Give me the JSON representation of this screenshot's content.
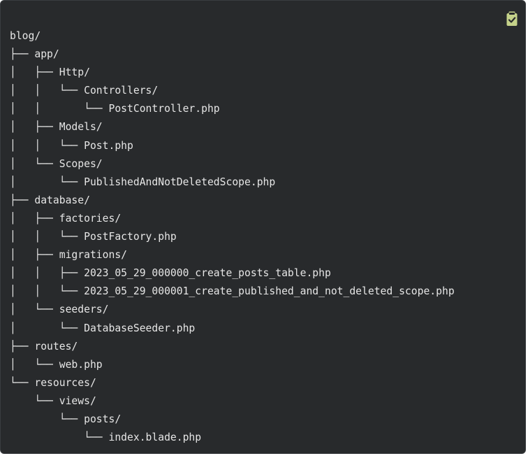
{
  "code_block": {
    "tree_lines": [
      "blog/",
      "├── app/",
      "│   ├── Http/",
      "│   │   └── Controllers/",
      "│   │       └── PostController.php",
      "│   ├── Models/",
      "│   │   └── Post.php",
      "│   └── Scopes/",
      "│       └── PublishedAndNotDeletedScope.php",
      "├── database/",
      "│   ├── factories/",
      "│   │   └── PostFactory.php",
      "│   ├── migrations/",
      "│   │   ├── 2023_05_29_000000_create_posts_table.php",
      "│   │   └── 2023_05_29_000001_create_published_and_not_deleted_scope.php",
      "│   └── seeders/",
      "│       └── DatabaseSeeder.php",
      "├── routes/",
      "│   └── web.php",
      "└── resources/",
      "    └── views/",
      "        └── posts/",
      "            └── index.blade.php"
    ],
    "copy_icon": "clipboard-check-icon",
    "accent_color": "#c5d28a",
    "background_color": "#282a2c",
    "text_color": "#e6e6e6"
  }
}
